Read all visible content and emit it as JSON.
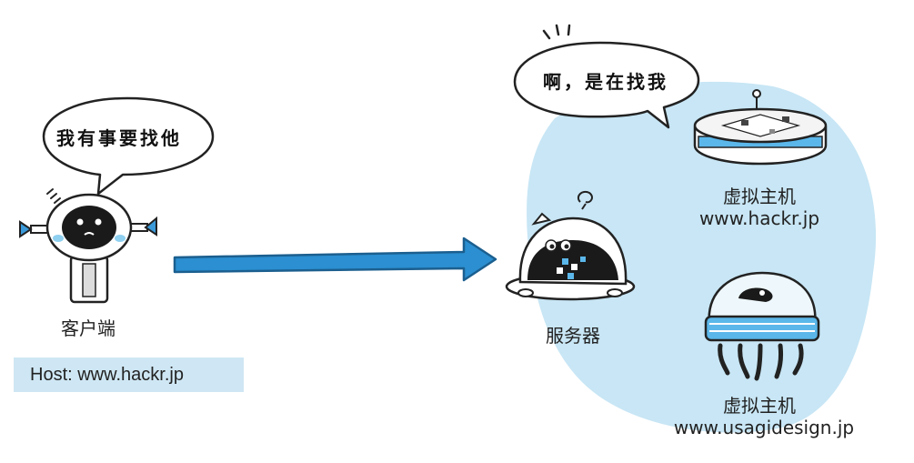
{
  "client": {
    "speech": "我有事要找他",
    "label": "客户端",
    "host_header": "Host: www.hackr.jp"
  },
  "server": {
    "speech": "啊，是在找我",
    "label": "服务器"
  },
  "virtual_hosts": [
    {
      "label": "虚拟主机",
      "domain": "www.hackr.jp"
    },
    {
      "label": "虚拟主机",
      "domain": "www.usagidesign.jp"
    }
  ],
  "colors": {
    "server_area": "#c8e6f5",
    "arrow": "#2b8fd1",
    "host_box": "#cfe7f4"
  }
}
